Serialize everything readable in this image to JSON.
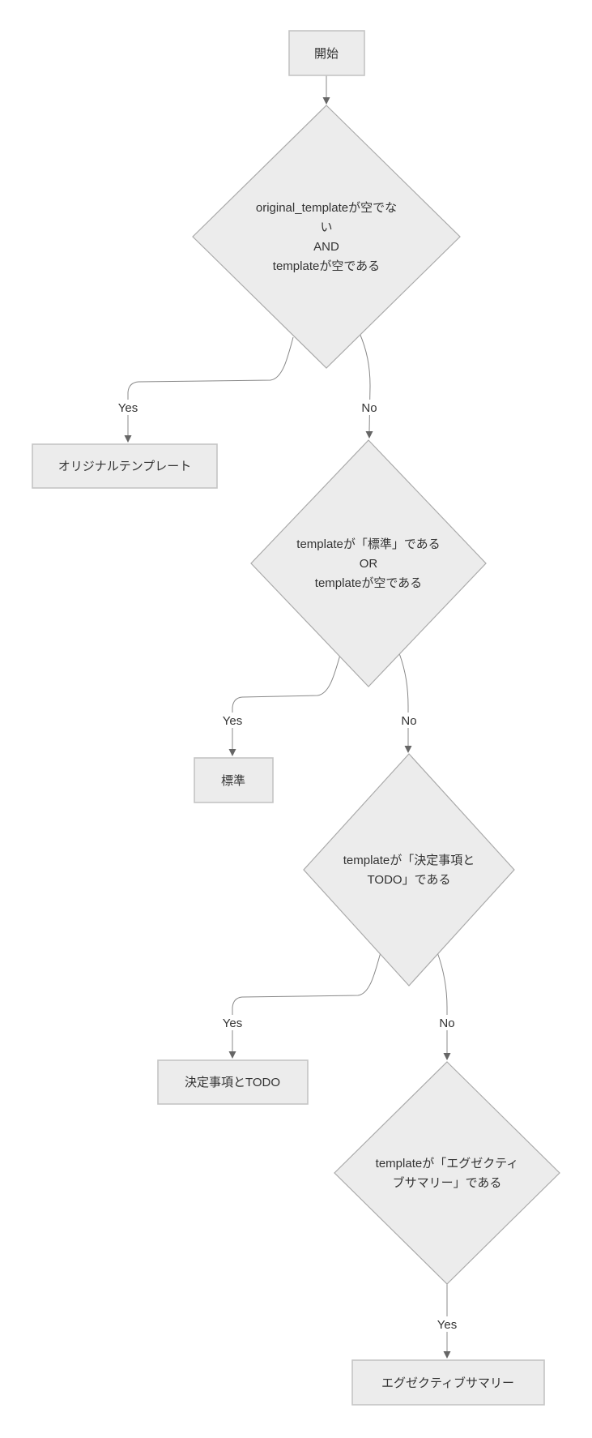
{
  "theme": {
    "background": "#ffffff",
    "node_fill": "#ececec",
    "node_border": "#aaaaaa",
    "rect_border": "#c4c4c4",
    "edge_color": "#888888",
    "arrow_color": "#666666",
    "text_color": "#333333"
  },
  "nodes": {
    "start": {
      "label": "開始"
    },
    "decision1": {
      "lines": [
        "original_templateが空でな",
        "い",
        "AND",
        "templateが空である"
      ]
    },
    "original_template": {
      "label": "オリジナルテンプレート"
    },
    "decision2": {
      "lines": [
        "templateが「標準」である",
        "OR",
        "templateが空である"
      ]
    },
    "standard": {
      "label": "標準"
    },
    "decision3": {
      "lines": [
        "templateが「決定事項と",
        "TODO」である"
      ]
    },
    "decisions_todo": {
      "label": "決定事項とTODO"
    },
    "decision4": {
      "lines": [
        "templateが「エグゼクティ",
        "ブサマリー」である"
      ]
    },
    "executive_summary": {
      "label": "エグゼクティブサマリー"
    }
  },
  "edge_labels": {
    "yes1": "Yes",
    "no1": "No",
    "yes2": "Yes",
    "no2": "No",
    "yes3": "Yes",
    "no3": "No",
    "yes4": "Yes"
  }
}
